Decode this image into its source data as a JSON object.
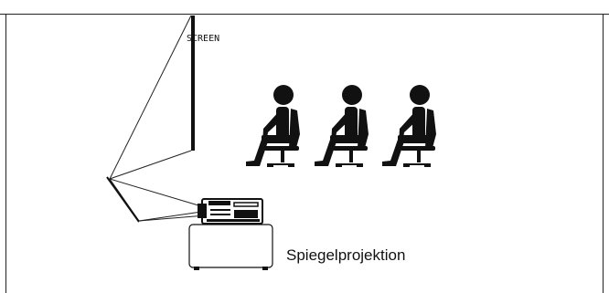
{
  "diagram": {
    "screen_label": "SCREEN",
    "caption": "Spiegelprojektion",
    "audience_count": 3,
    "icons": [
      "screen-icon",
      "mirror-icon",
      "projector-icon",
      "table-icon",
      "person-seated-icon"
    ]
  }
}
